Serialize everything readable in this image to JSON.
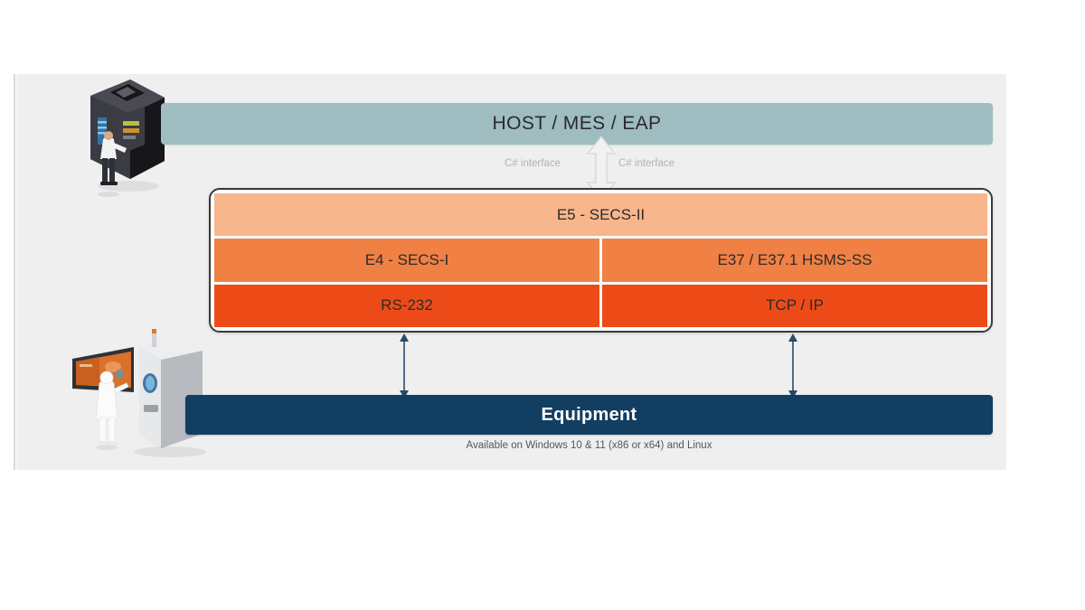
{
  "diagram": {
    "host": {
      "label": "HOST / MES / EAP",
      "color": "#9fbcc0"
    },
    "interfaces": {
      "left_label": "C# interface",
      "right_label": "C# interface",
      "arrow": "double-headed-vertical-arrow"
    },
    "stack": {
      "border_color": "#3a3a3a",
      "layers": [
        {
          "row": 1,
          "color": "#f8b68d",
          "cells": [
            {
              "label": "E5 - SECS-II",
              "span": "full"
            }
          ]
        },
        {
          "row": 2,
          "color": "#f08044",
          "cells": [
            {
              "label": "E4 - SECS-I",
              "span": "half"
            },
            {
              "label": "E37 / E37.1 HSMS-SS",
              "span": "half"
            }
          ]
        },
        {
          "row": 3,
          "color": "#ec4b18",
          "cells": [
            {
              "label": "RS-232",
              "span": "half"
            },
            {
              "label": "TCP / IP",
              "span": "half"
            }
          ]
        }
      ]
    },
    "equipment": {
      "label": "Equipment",
      "color": "#123e62",
      "footnote": "Available on Windows 10 & 11 (x86 or x64) and Linux"
    },
    "connectors": {
      "left_arrow": "double-headed-vertical-arrow",
      "right_arrow": "double-headed-vertical-arrow"
    },
    "illustrations": [
      {
        "name": "server-rack-with-engineer",
        "position": "top-left"
      },
      {
        "name": "semiconductor-tool-with-operator",
        "position": "bottom-left"
      }
    ]
  }
}
